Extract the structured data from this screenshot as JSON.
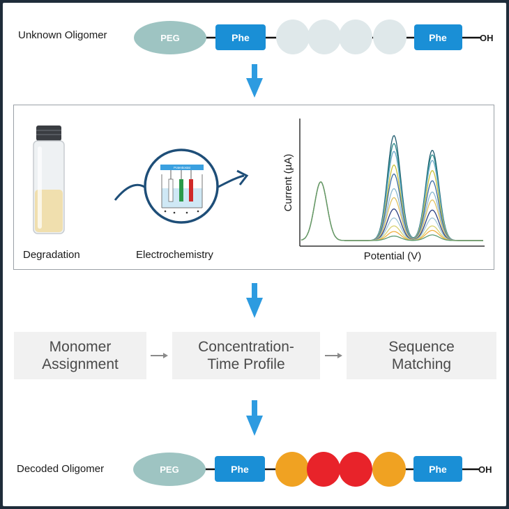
{
  "top_row": {
    "label": "Unknown Oligomer",
    "peg": "PEG",
    "phe_left": "Phe",
    "phe_right": "Phe",
    "terminal": "OH"
  },
  "panel": {
    "degradation_label": "Degradation",
    "electrochem_label": "Electrochemistry",
    "potentiostat_label": "Potentiostat"
  },
  "chart_data": {
    "type": "line",
    "xlabel": "Potential (V)",
    "ylabel": "Current (µA)",
    "series_colors": [
      "#1e5b6e",
      "#2a8a8a",
      "#6aa8c8",
      "#c9c23a",
      "#3a6aa0",
      "#8ab8d0",
      "#e0c060",
      "#2b3f80",
      "#a0c8d8",
      "#d8d070",
      "#f0b040",
      "#5a9a70"
    ],
    "peak1_scale": [
      0.93,
      0.86,
      0.79,
      0.67,
      0.59,
      0.46,
      0.38,
      0.28,
      0.2,
      0.13,
      0.08,
      0.04
    ],
    "peak2_scale": [
      0.8,
      0.76,
      0.71,
      0.62,
      0.53,
      0.43,
      0.36,
      0.27,
      0.2,
      0.13,
      0.09,
      0.05
    ]
  },
  "steps": [
    {
      "label": "Monomer\nAssignment"
    },
    {
      "label": "Concentration-\nTime Profile"
    },
    {
      "label": "Sequence\nMatching"
    }
  ],
  "bottom_row": {
    "label": "Decoded Oligomer",
    "peg": "PEG",
    "phe_left": "Phe",
    "phe_right": "Phe",
    "terminal": "OH"
  },
  "colors": {
    "peg": "#9ec4c2",
    "phe": "#1a8fd6",
    "unknown_monomer": "#dfe8ea",
    "orange_monomer": "#f0a222",
    "red_monomer": "#e8232a",
    "arrow": "#2d9be0",
    "vial_liquid": "#f0dfae",
    "vial_cap": "#3a3d42"
  }
}
